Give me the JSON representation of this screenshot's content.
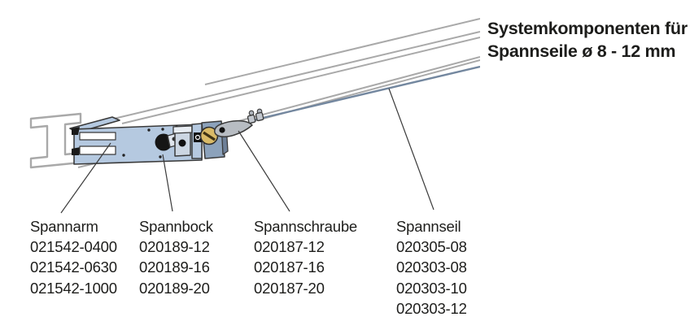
{
  "title": {
    "line1": "Systemkomponenten für",
    "line2": "Spannseile ø 8 - 12 mm"
  },
  "parts": [
    {
      "label": "Spannarm",
      "numbers": [
        "021542-0400",
        "021542-0630",
        "021542-1000"
      ]
    },
    {
      "label": "Spannbock",
      "numbers": [
        "020189-12",
        "020189-16",
        "020189-20"
      ]
    },
    {
      "label": "Spannschraube",
      "numbers": [
        "020187-12",
        "020187-16",
        "020187-20"
      ]
    },
    {
      "label": "Spannseil",
      "numbers": [
        "020305-08",
        "020303-08",
        "020303-10",
        "020303-12"
      ]
    }
  ],
  "colors": {
    "text": "#1d1d1b",
    "beam_line": "#a9a9a9",
    "arm_fill": "#b5c9e0",
    "arm_dark": "#8ca2bb",
    "block_light": "#ccd6e2",
    "cable": "#73879f",
    "screw_gold": "#d9ba67",
    "leader_line": "#3a3a3a"
  }
}
